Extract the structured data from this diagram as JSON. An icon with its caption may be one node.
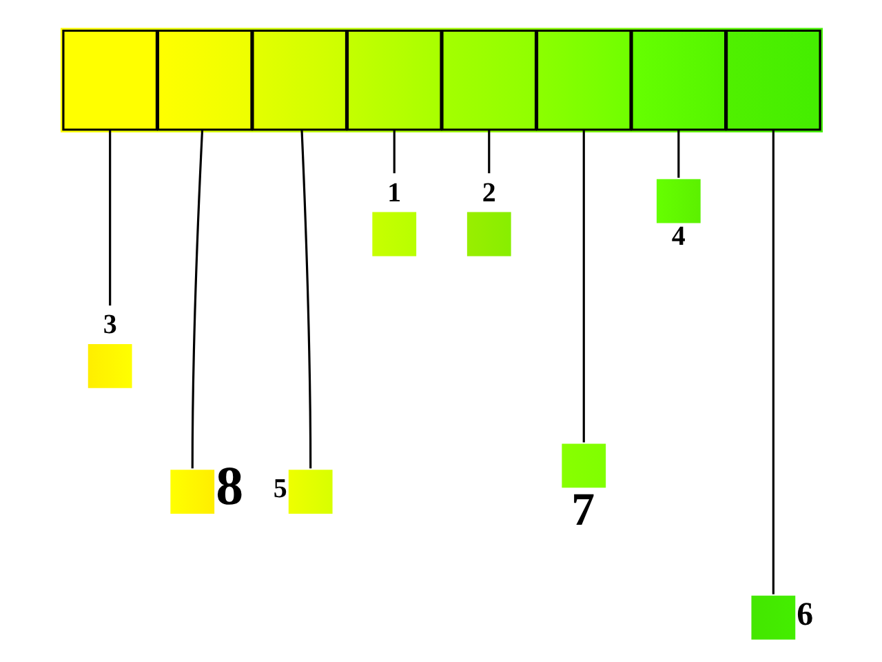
{
  "diagram": {
    "nodes": [
      {
        "text": [],
        "shape": "bar"
      },
      {
        "text": [],
        "shape": "box",
        "in": 0
      },
      {
        "text": [],
        "shape": "box",
        "in": 0
      },
      {
        "text": [],
        "shape": "box",
        "in": 0
      },
      {
        "text": [],
        "shape": "box",
        "in": 0
      },
      {
        "text": [],
        "shape": "box",
        "in": 0
      },
      {
        "text": [],
        "shape": "box",
        "in": 0
      },
      {
        "text": [],
        "shape": "box",
        "in": 0
      },
      {
        "text": [],
        "shape": "box",
        "in": 0
      },
      {
        "text": [],
        "shape": "box",
        "beside": [
          "1"
        ]
      },
      {
        "text": [],
        "shape": "box",
        "beside": [
          "2"
        ]
      },
      {
        "text": [],
        "shape": "box",
        "beside": [
          "3"
        ]
      },
      {
        "text": [],
        "shape": "box",
        "beside": [
          "4"
        ]
      },
      {
        "text": [],
        "shape": "box",
        "beside": [
          "5"
        ]
      },
      {
        "text": [],
        "shape": "box",
        "beside": [
          "6"
        ]
      },
      {
        "text": [],
        "shape": "box",
        "beside": [
          "7"
        ]
      },
      {
        "text": [],
        "shape": "box",
        "beside": [
          "8"
        ]
      }
    ],
    "edges": [
      {
        "from": 1,
        "to": 11,
        "arrow": "none"
      },
      {
        "from": 2,
        "to": 16,
        "arrow": "none"
      },
      {
        "from": 3,
        "to": 13,
        "arrow": "none"
      },
      {
        "from": 4,
        "to": 9,
        "arrow": "none"
      },
      {
        "from": 5,
        "to": 10,
        "arrow": "none"
      },
      {
        "from": 6,
        "to": 15,
        "arrow": "none"
      },
      {
        "from": 7,
        "to": 12,
        "arrow": "none"
      },
      {
        "from": 8,
        "to": 14,
        "arrow": "none"
      }
    ]
  }
}
